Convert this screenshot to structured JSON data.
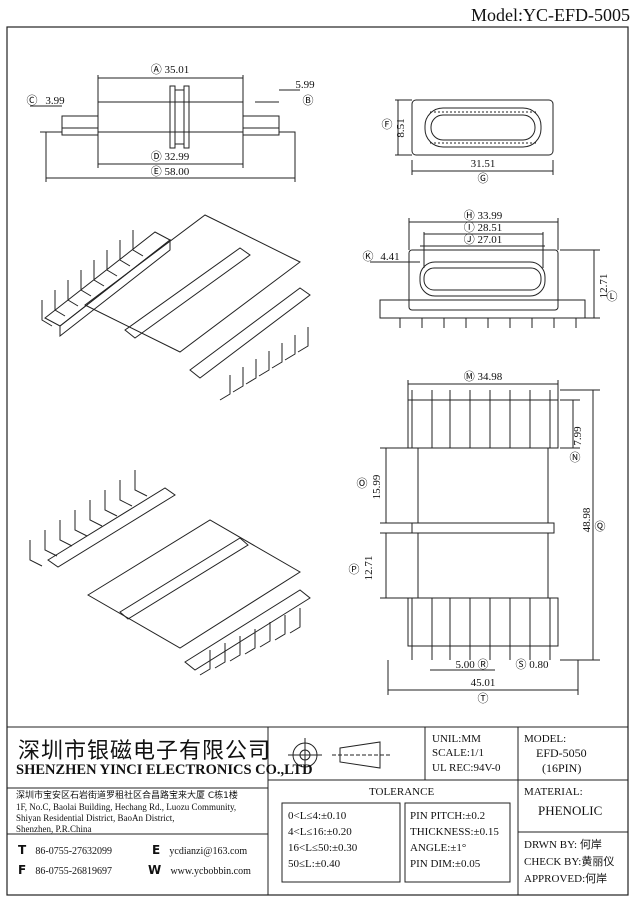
{
  "model_label": "Model:YC-EFD-5005",
  "dims": {
    "a": "Ⓐ 35.01",
    "b": "5.99",
    "b_mark": "Ⓑ",
    "c_mark": "Ⓒ",
    "c": "3.99",
    "d": "Ⓓ 32.99",
    "e": "Ⓔ 58.00",
    "f_mark": "Ⓕ",
    "f": "8.51",
    "g": "31.51",
    "g_mark": "Ⓖ",
    "h": "Ⓗ 33.99",
    "i": "Ⓘ 28.51",
    "j": "Ⓙ 27.01",
    "k_mark": "Ⓚ",
    "k": "4.41",
    "l": "12.71",
    "l_mark": "Ⓛ",
    "m": "Ⓜ 34.98",
    "n": "7.99",
    "n_mark": "Ⓝ",
    "o_mark": "Ⓞ",
    "o": "15.99",
    "p_mark": "Ⓟ",
    "p": "12.71",
    "q": "48.98",
    "q_mark": "Ⓠ",
    "r": "5.00 Ⓡ",
    "s": "Ⓢ 0.80",
    "t": "45.01",
    "t_mark": "Ⓣ"
  },
  "title_block": {
    "company_cn": "深圳市银磁电子有限公司",
    "company_en": "SHENZHEN YINCI ELECTRONICS CO.,LTD",
    "address": [
      "深圳市宝安区石岩街道罗租社区合昌路宝来大厦 C栋1楼",
      "1F, No.C, Baolai Building, Hechang Rd., Luozu Community,",
      "Shiyan Residential District, BaoAn District,",
      "Shenzhen, P.R.China"
    ],
    "tel_icon": "T",
    "tel": "86-0755-27632099",
    "fax_icon": "F",
    "fax": "86-0755-26819697",
    "email_icon": "E",
    "email": "ycdianzi@163.com",
    "web_icon": "W",
    "web": "www.ycbobbin.com",
    "unit": "UNIL:MM",
    "scale": "SCALE:1/1",
    "ul": "UL REC:94V-0",
    "model_title": "MODEL:",
    "model_value": "EFD-5050",
    "pins": "(16PIN)",
    "tolerance_title": "TOLERANCE",
    "tolerance_left": [
      "0<L≤4:±0.10",
      "4<L≤16:±0.20",
      "16<L≤50:±0.30",
      "50≤L:±0.40"
    ],
    "tolerance_right": [
      "PIN PITCH:±0.2",
      "THICKNESS:±0.15",
      "ANGLE:±1°",
      "PIN DIM:±0.05"
    ],
    "material_title": "MATERIAL:",
    "material_value": "PHENOLIC",
    "drawn": "DRWN BY: 何岸",
    "checked": "CHECK BY:黄丽仪",
    "approved": "APPROVED:何岸"
  }
}
